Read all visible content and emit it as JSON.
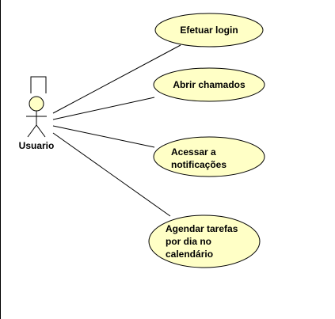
{
  "diagram": {
    "colors": {
      "use_case_fill": "#ffffc6",
      "line": "#000000",
      "background": "#ffffff"
    },
    "actor": {
      "name": "Usuario",
      "icon": "stick-figure-actor-icon"
    },
    "use_cases": [
      {
        "id": "login",
        "lines": [
          "Efetuar login"
        ]
      },
      {
        "id": "chamados",
        "lines": [
          "Abrir chamados"
        ]
      },
      {
        "id": "notificacoes",
        "lines": [
          "Acessar a",
          "notificações"
        ]
      },
      {
        "id": "tarefas",
        "lines": [
          "Agendar tarefas",
          "por dia no",
          "calendário"
        ]
      }
    ]
  }
}
